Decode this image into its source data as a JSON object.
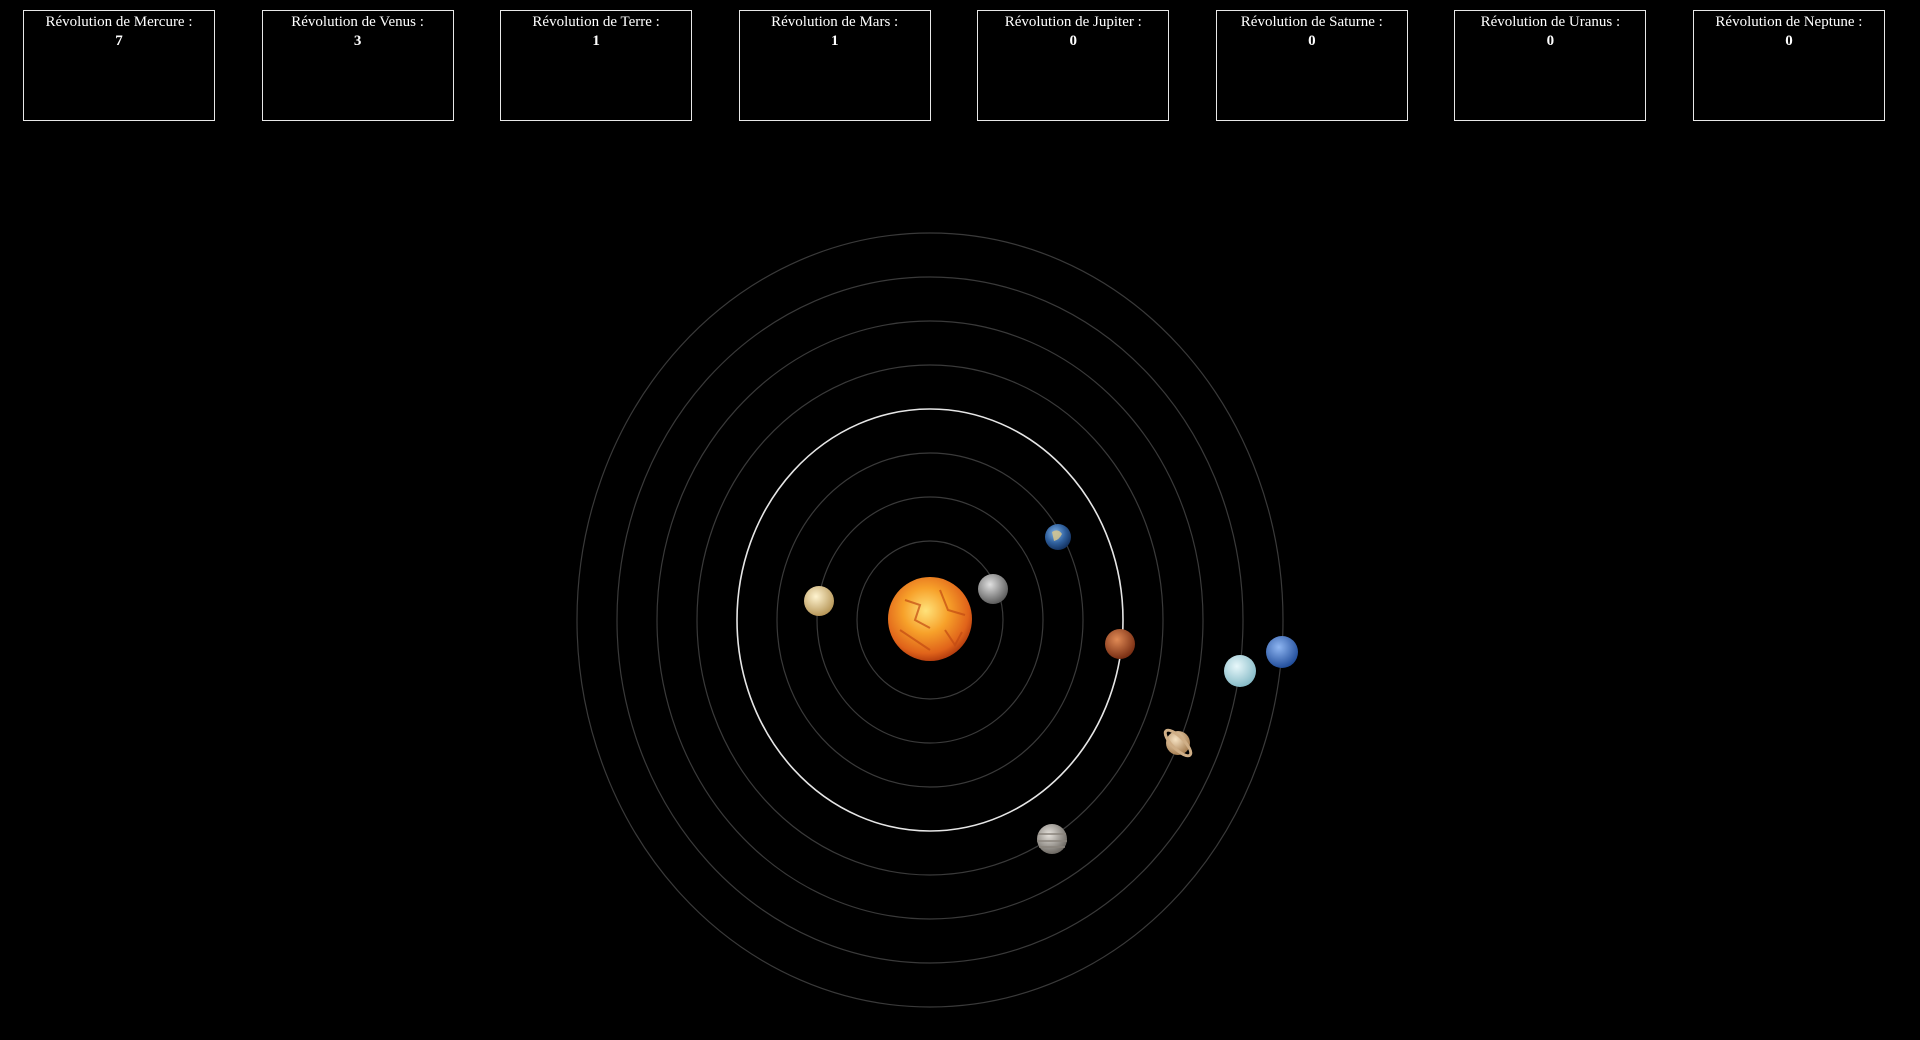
{
  "counters": [
    {
      "label": "Révolution de Mercure :",
      "value": "7"
    },
    {
      "label": "Révolution de Venus :",
      "value": "3"
    },
    {
      "label": "Révolution de Terre :",
      "value": "1"
    },
    {
      "label": "Révolution de Mars :",
      "value": "1"
    },
    {
      "label": "Révolution de Jupiter :",
      "value": "0"
    },
    {
      "label": "Révolution de Saturne :",
      "value": "0"
    },
    {
      "label": "Révolution de Uranus :",
      "value": "0"
    },
    {
      "label": "Révolution de Neptune :",
      "value": "0"
    }
  ],
  "colors": {
    "background": "#000000",
    "sun": "#f08a1c",
    "mercury": "#9a9a9a",
    "venus": "#e0c78a",
    "earth": "#3a6fb0",
    "mars": "#b5562a",
    "jupiter": "#a8a29a",
    "saturn": "#d9b88a",
    "uranus": "#bfe3ea",
    "neptune": "#3f74c9"
  }
}
